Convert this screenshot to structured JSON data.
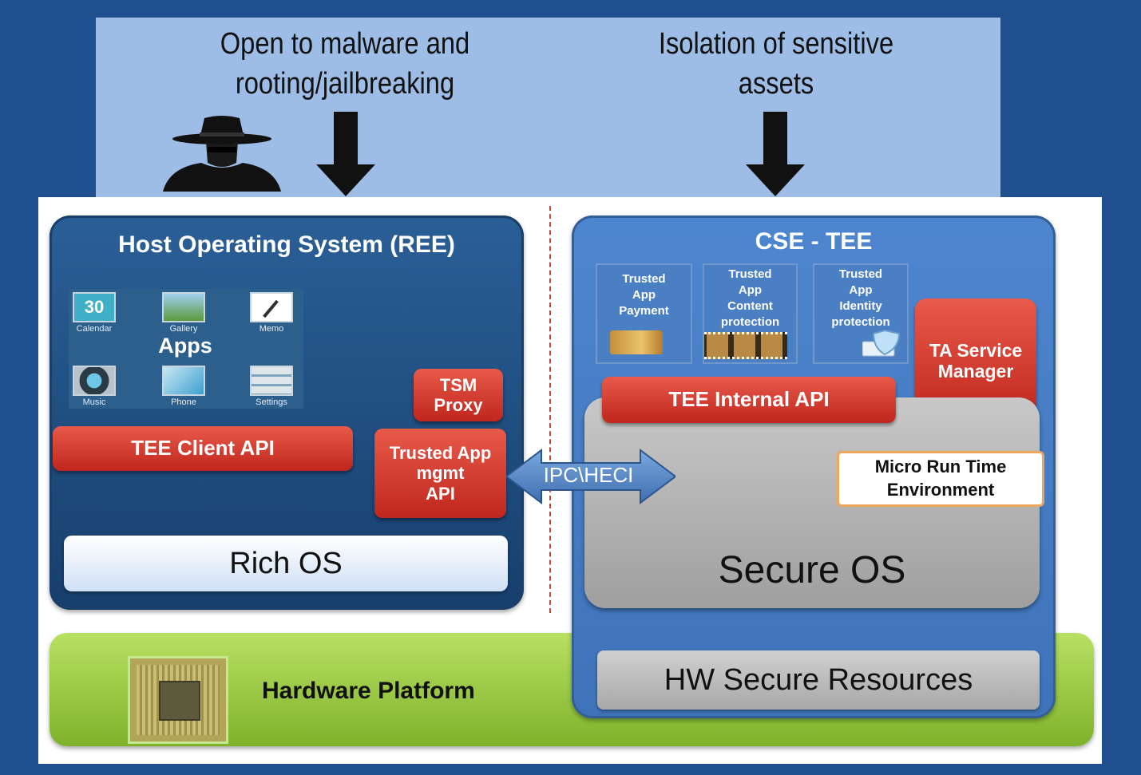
{
  "top": {
    "left_caption_line1": "Open to malware and",
    "left_caption_line2": "rooting/jailbreaking",
    "right_caption_line1": "Isolation of sensitive",
    "right_caption_line2": "assets"
  },
  "host": {
    "title": "Host Operating System (REE)",
    "apps_label": "Apps",
    "apps": [
      {
        "name": "Calendar",
        "glyph": "30"
      },
      {
        "name": "Gallery"
      },
      {
        "name": "Memo"
      },
      {
        "name": "Music"
      },
      {
        "name": "Phone"
      },
      {
        "name": "Settings"
      }
    ],
    "tsm_line1": "TSM",
    "tsm_line2": "Proxy",
    "client_api": "TEE Client API",
    "mgmt_line1": "Trusted App",
    "mgmt_line2": "mgmt",
    "mgmt_line3": "API",
    "rich_os": "Rich OS"
  },
  "ipc": "IPC\\HECI",
  "tee": {
    "title": "CSE - TEE",
    "trusted_apps": [
      {
        "lines": [
          "Trusted",
          "App",
          "Payment"
        ]
      },
      {
        "lines": [
          "Trusted",
          "App",
          "Content",
          "protection"
        ]
      },
      {
        "lines": [
          "Trusted",
          "App",
          "Identity",
          "protection"
        ]
      }
    ],
    "ta_manager_line1": "TA Service",
    "ta_manager_line2": "Manager",
    "internal_api": "TEE Internal API",
    "mrte_line1": "Micro Run Time",
    "mrte_line2": "Environment",
    "secure_os": "Secure OS",
    "hw_secure": "HW Secure Resources"
  },
  "hardware": {
    "label": "Hardware Platform"
  },
  "colors": {
    "frame": "#1f4f8f",
    "band": "#9dbde6",
    "red": "#d0362a",
    "green": "#9bcb43"
  }
}
